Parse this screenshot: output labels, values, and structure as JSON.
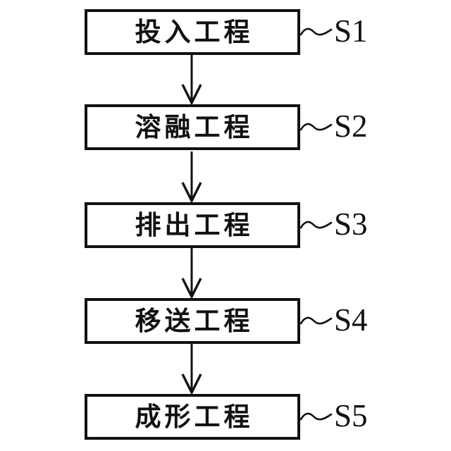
{
  "diagram": {
    "type": "flowchart",
    "direction": "top-down",
    "steps": [
      {
        "label": "投入工程",
        "tag": "S1"
      },
      {
        "label": "溶融工程",
        "tag": "S2"
      },
      {
        "label": "排出工程",
        "tag": "S3"
      },
      {
        "label": "移送工程",
        "tag": "S4"
      },
      {
        "label": "成形工程",
        "tag": "S5"
      }
    ],
    "colors": {
      "ink": "#111111",
      "background": "#ffffff"
    }
  }
}
